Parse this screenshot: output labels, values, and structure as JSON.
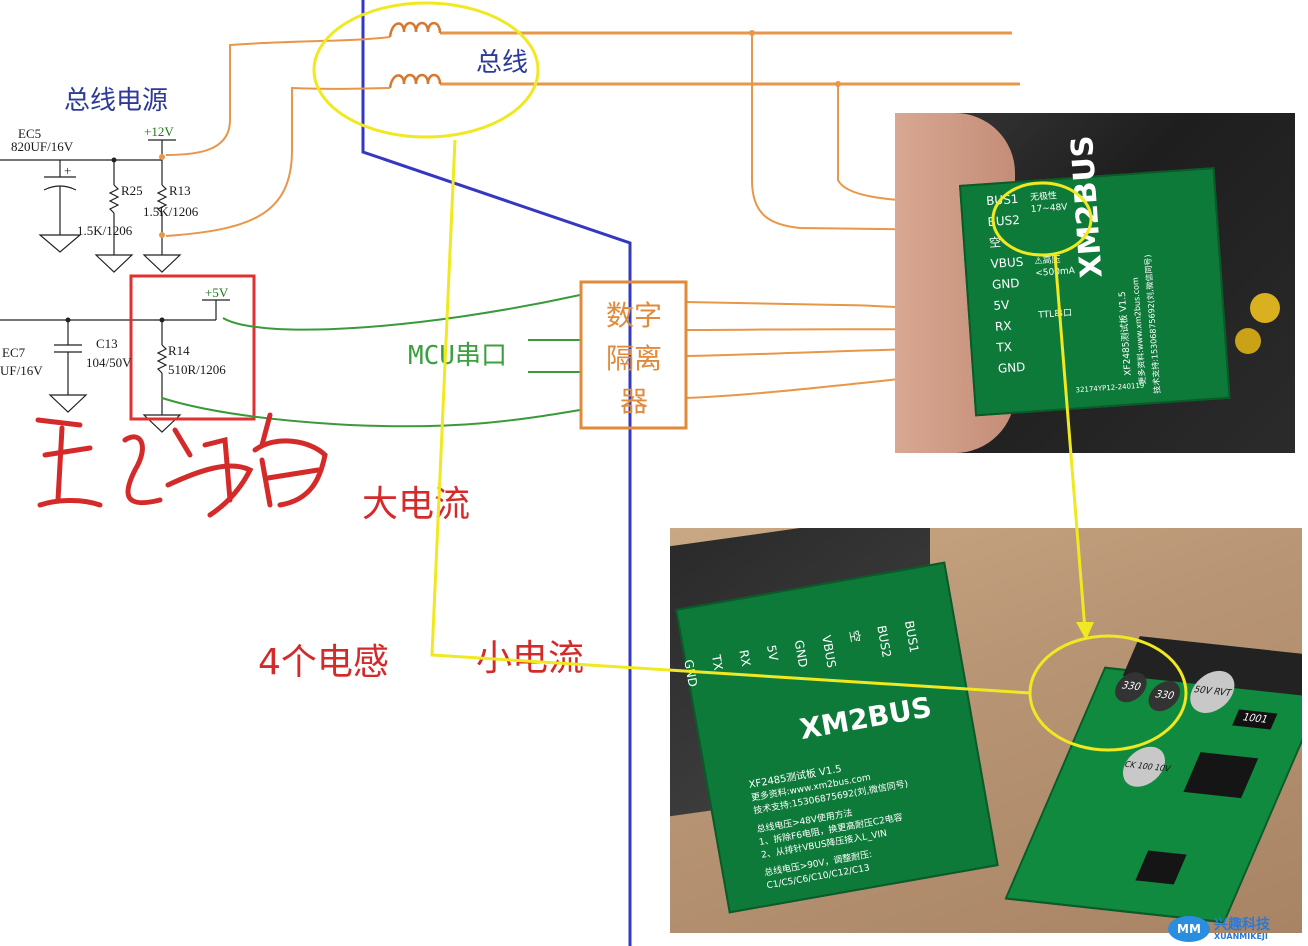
{
  "colors": {
    "orange_wire": "#e8964a",
    "green_wire": "#3a9a3a",
    "blue_line": "#3438c0",
    "yellow_annot": "#f0e820",
    "red_annot": "#d42a2a",
    "red_box": "#e03030",
    "isolator_box": "#e08a3a",
    "pcb_green": "#0e7a3a"
  },
  "annotations": {
    "bus": "总线",
    "bus_power": "总线电源",
    "mcu_uart": "MCU串口",
    "isolator": "数字隔离器",
    "large_current": "大电流",
    "inductors": "4个电感",
    "small_current": "小电流",
    "handwritten": "主设备"
  },
  "schematic": {
    "ec5": "EC5",
    "ec5_value": "820UF/16V",
    "plus12v": "+12V",
    "r25": "R25",
    "r25_value": "1.5K/1206",
    "r13": "R13",
    "r13_value": "1.5K/1206",
    "plus5v": "+5V",
    "ec7": "EC7",
    "ec7_value": "UF/16V",
    "c13": "C13",
    "c13_value": "104/50V",
    "r14": "R14",
    "r14_value": "510R/1206",
    "cap_plus": "+"
  },
  "board_top": {
    "pins": [
      "BUS1",
      "BUS2",
      "空",
      "VBUS",
      "GND",
      "5V",
      "RX",
      "TX",
      "GND"
    ],
    "brand": "XM2BUS",
    "no_polarity": "无极性",
    "range": "17~48V",
    "hv_warn": "⚠高压",
    "current_limit": "<500mA",
    "ttl_uart": "TTL串口",
    "version": "XF2485测试板 V1.5",
    "website": "更多资料:www.xm2bus.com",
    "support": "技术支持:15306875692(刘,微信同号)",
    "serial": "32174YP12-240119"
  },
  "board_bottom": {
    "pins": [
      "GND",
      "TX",
      "RX",
      "5V",
      "GND",
      "VBUS",
      "空",
      "BUS2",
      "BUS1"
    ],
    "brand": "XM2BUS",
    "version": "XF2485测试板 V1.5",
    "website": "更多资料:www.xm2bus.com",
    "support": "技术支持:15306875692(刘,微信同号)",
    "note1": "总线电压>48V使用方法",
    "note2": "1、拆除F6电阻，换更高耐压C2电容",
    "note3": "2、从排针VBUS降压接入L_VIN",
    "note4": "总线电压>90V，调整耐压:",
    "note5": "C1/C5/C6/C10/C12/C13",
    "inductor_mark": "330",
    "cap_mark1": "50V RVT",
    "cap_mark2": "CK 100 10V",
    "resistor_mark": "1001"
  },
  "watermark": {
    "logo_text": "MM",
    "brand": "兴趣科技",
    "sub": "XUANMIKEJI"
  }
}
